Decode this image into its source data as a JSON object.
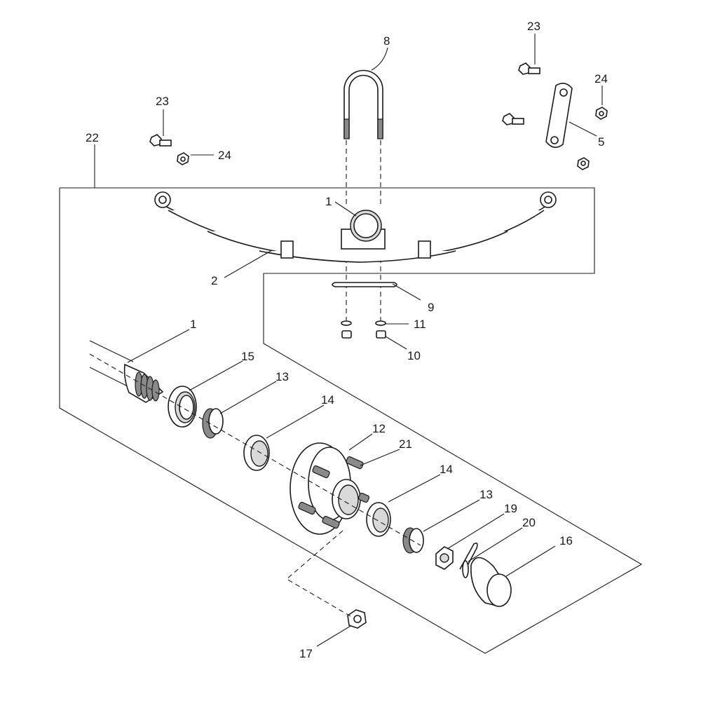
{
  "diagram": {
    "callouts": {
      "axle": "1",
      "spring_tube": "1",
      "leaf_spring": "2",
      "shackle_plate": "5",
      "u_bolt": "8",
      "tie_plate": "9",
      "hex_nut_u_bolt": "10",
      "lock_washer": "11",
      "hub": "12",
      "bearing_cone_inner": "13",
      "bearing_cone_outer": "13",
      "bearing_cup_inner": "14",
      "bearing_cup_outer": "14",
      "grease_seal": "15",
      "dust_cap": "16",
      "lug_nut": "17",
      "cotter_pin": "19",
      "spindle_washer": "20",
      "wheel_stud": "21",
      "axle_assembly": "22",
      "shackle_bolt_left": "23",
      "shackle_bolt_right": "23",
      "shackle_nut_left": "24",
      "shackle_nut_right": "24"
    }
  }
}
